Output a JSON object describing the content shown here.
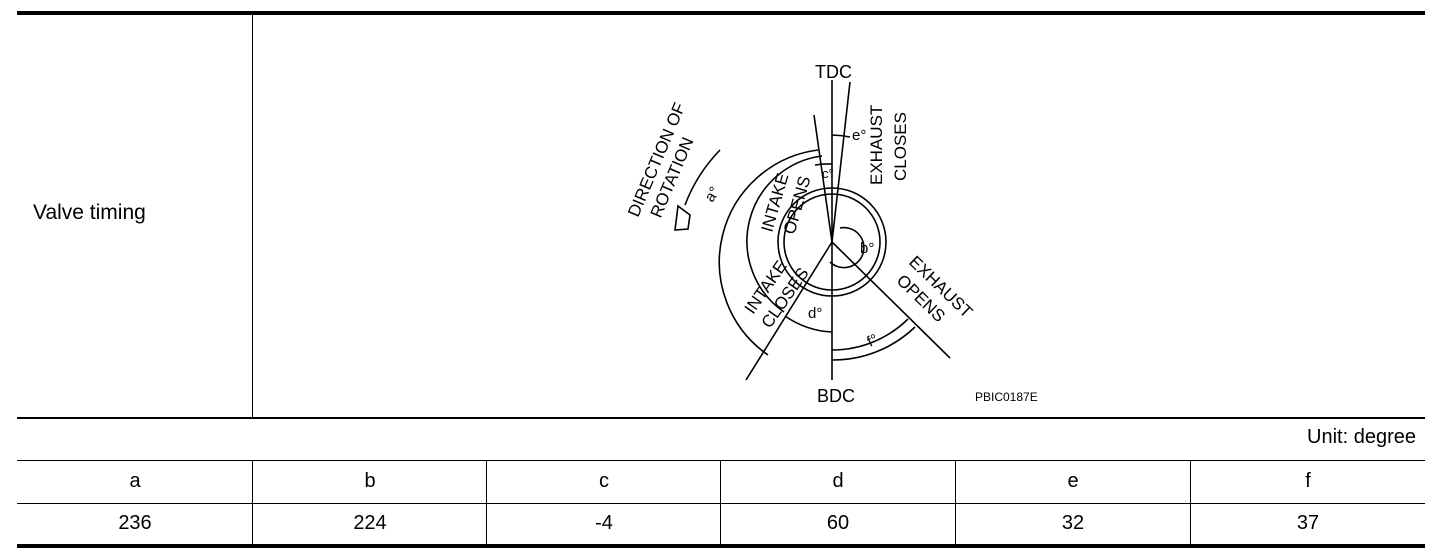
{
  "spec_row": {
    "label": "Valve timing",
    "diagram": {
      "tdc": "TDC",
      "bdc": "BDC",
      "direction": [
        "DIRECTION OF",
        "ROTATION"
      ],
      "intake_opens": [
        "INTAKE",
        "OPENS"
      ],
      "intake_closes": [
        "INTAKE",
        "CLOSES"
      ],
      "exhaust_opens": [
        "EXHAUST",
        "OPENS"
      ],
      "exhaust_closes": [
        "EXHAUST",
        "CLOSES"
      ],
      "angles": {
        "a": "a°",
        "b": "b°",
        "c": "c°",
        "d": "d°",
        "e": "e°",
        "f": "f°"
      },
      "figure_code": "PBIC0187E"
    }
  },
  "unit": "Unit: degree",
  "table": {
    "headers": [
      "a",
      "b",
      "c",
      "d",
      "e",
      "f"
    ],
    "values": [
      "236",
      "224",
      "-4",
      "60",
      "32",
      "37"
    ]
  }
}
